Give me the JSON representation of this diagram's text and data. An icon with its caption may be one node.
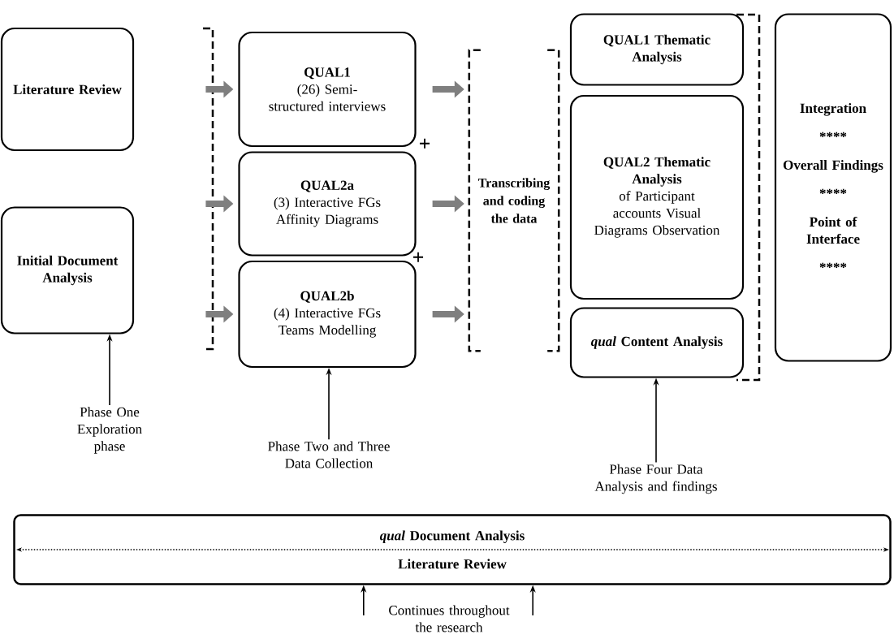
{
  "diagram": {
    "nodes": [
      {
        "text": [
          "Literature Review"
        ]
      },
      {
        "text": [
          "Initial Document Analysis"
        ]
      },
      {
        "text": [
          "QUAL1",
          "(26) Semi-structured interviews"
        ]
      },
      {
        "text": [
          "QUAL2a",
          "(3) Interactive FGs Affinity Diagrams"
        ]
      },
      {
        "text": [
          "QUAL2b",
          "(4) Interactive FGs Teams Modelling"
        ]
      },
      {
        "text": [
          "Transcribing and coding the data"
        ]
      },
      {
        "text": [
          "QUAL1 Thematic Analysis"
        ]
      },
      {
        "text": [
          "QUAL2 Thematic Analysis",
          "of Participant accounts Visual Diagrams Observation"
        ]
      },
      {
        "text": [
          "*qual* Content Analysis"
        ]
      },
      {
        "text": [
          "Integration",
          "****",
          "Overall Findings",
          "****",
          "Point of Interface",
          "****"
        ]
      },
      {
        "text": [
          "Phase One Exploration phase"
        ]
      },
      {
        "text": [
          "Phase Two and Three Data Collection"
        ]
      },
      {
        "text": [
          "Phase Four Data Analysis and findings"
        ]
      },
      {
        "text": [
          "*qual* Document Analysis",
          "Literature Review"
        ]
      },
      {
        "text": [
          "Continues throughout the research"
        ]
      }
    ],
    "edges": [
      {
        "from": null,
        "to": 2,
        "arrow": "to"
      },
      {
        "from": null,
        "to": 3,
        "arrow": "to"
      },
      {
        "from": null,
        "to": 4,
        "arrow": "to"
      },
      {
        "from": 2,
        "to": 5,
        "arrow": "to"
      },
      {
        "from": 3,
        "to": 5,
        "arrow": "to"
      },
      {
        "from": 4,
        "to": 5,
        "arrow": "to"
      },
      {
        "from": 10,
        "to": 1,
        "arrow": "to",
        "color": "#000000"
      },
      {
        "from": 11,
        "to": 4,
        "arrow": "to",
        "color": "#000000"
      },
      {
        "from": 12,
        "to": 8,
        "arrow": "to",
        "color": "#000000"
      },
      {
        "from": 14,
        "to": 13,
        "arrow": "to",
        "color": "#000000"
      },
      {
        "from": 14,
        "to": 13,
        "arrow": "to",
        "color": "#000000"
      }
    ],
    "labels": [
      "+",
      "+"
    ]
  }
}
